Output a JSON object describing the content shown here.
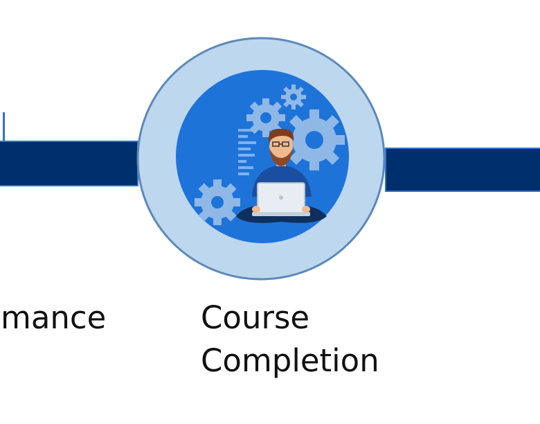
{
  "stages": {
    "previous": {
      "label": "mance"
    },
    "current": {
      "label_line1": "Course",
      "label_line2": "Completion",
      "icon": "developer-with-laptop-and-gears-icon"
    }
  },
  "colors": {
    "connector_fill": "#002f6e",
    "connector_border": "#2f73c9",
    "circle_outer": "#bdd7ee",
    "circle_inner": "#1e73d9"
  }
}
